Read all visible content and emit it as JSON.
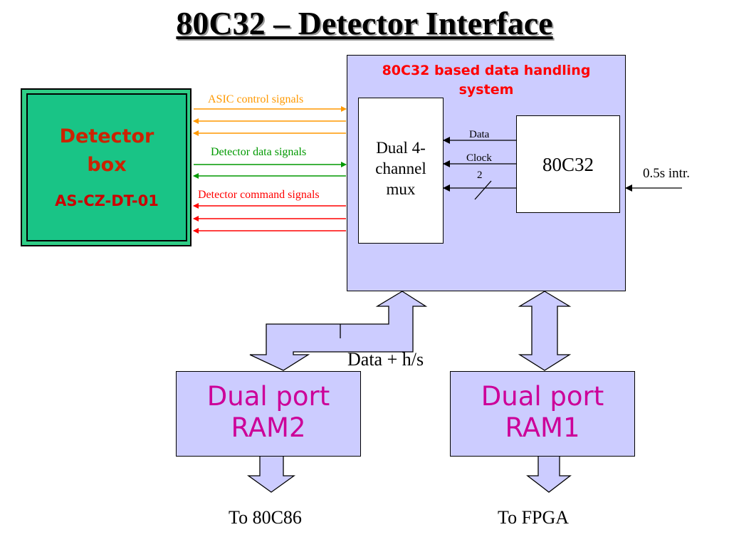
{
  "title": "80C32 – Detector Interface",
  "system": {
    "label_line1": "80C32 based data handling",
    "label_line2": "system",
    "mux_line1": "Dual 4-",
    "mux_line2": "channel",
    "mux_line3": "mux",
    "cpu_label": "80C32",
    "data_label": "Data",
    "clock_label": "Clock",
    "clock_width": "2",
    "interrupt_label": "0.5s intr."
  },
  "detector": {
    "title_line1": "Detector",
    "title_line2": "box",
    "code": "AS-CZ-DT-01"
  },
  "signals": {
    "asic": "ASIC control signals",
    "data": "Detector data signals",
    "command": "Detector command signals"
  },
  "bus_label": "Data + h/s",
  "ram2": {
    "line1": "Dual port",
    "line2": "RAM2",
    "destination": "To 80C86"
  },
  "ram1": {
    "line1": "Dual port",
    "line2": "RAM1",
    "destination": "To FPGA"
  },
  "colors": {
    "asic": "#ff9900",
    "data": "#009900",
    "command": "#ff0000",
    "system_fill": "#ccccff",
    "detector_fill": "#19c486"
  }
}
